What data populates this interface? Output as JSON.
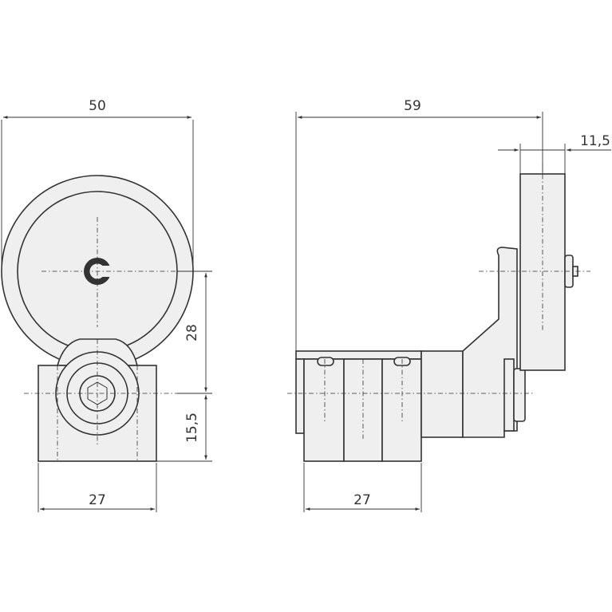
{
  "drawing": {
    "dimensions": {
      "front_width": "50",
      "side_width": "59",
      "lever_thickness": "11,5",
      "axis_height": "28",
      "mount_height": "15,5",
      "front_base_width": "27",
      "side_base_width": "27"
    },
    "colors": {
      "line": "#333333",
      "fill": "#efefef",
      "background": "#ffffff"
    }
  }
}
